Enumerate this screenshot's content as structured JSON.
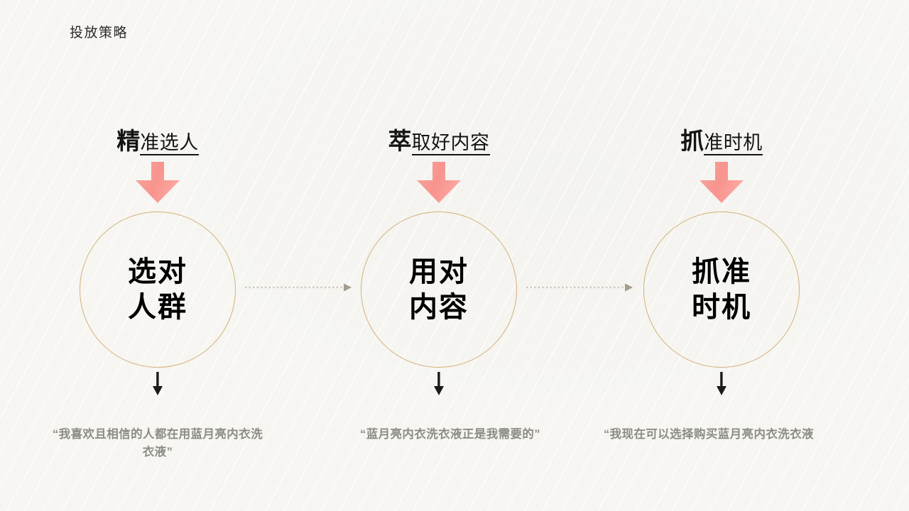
{
  "slide": {
    "title": "投放策略",
    "background_color": "#f7f6f2",
    "accent_circle_color": "#d3b079",
    "arrow_color_start": "#f6a49e",
    "arrow_color_end": "#f98f8b",
    "caption_color": "#8c8c87",
    "heading_color": "#141414"
  },
  "steps": [
    {
      "heading_lead": "精",
      "heading_rest": "准选人",
      "big_arrow_icon": "down-arrow-icon",
      "circle_line_1": "选对",
      "circle_line_2": "人群",
      "small_arrow_icon": "down-arrow-small-icon",
      "caption": "“我喜欢且相信的人都在用蓝月亮内衣洗衣液”"
    },
    {
      "heading_lead": "萃",
      "heading_rest": "取好内容",
      "big_arrow_icon": "down-arrow-icon",
      "circle_line_1": "用对",
      "circle_line_2": "内容",
      "small_arrow_icon": "down-arrow-small-icon",
      "caption": "“蓝月亮内衣洗衣液正是我需要的”"
    },
    {
      "heading_lead": "抓",
      "heading_rest": "准时机",
      "big_arrow_icon": "down-arrow-icon",
      "circle_line_1": "抓准",
      "circle_line_2": "时机",
      "small_arrow_icon": "down-arrow-small-icon",
      "caption": "“我现在可以选择购买蓝月亮内衣洗衣液"
    }
  ],
  "connectors": [
    {
      "icon": "dotted-right-arrow-icon"
    },
    {
      "icon": "dotted-right-arrow-icon"
    }
  ]
}
